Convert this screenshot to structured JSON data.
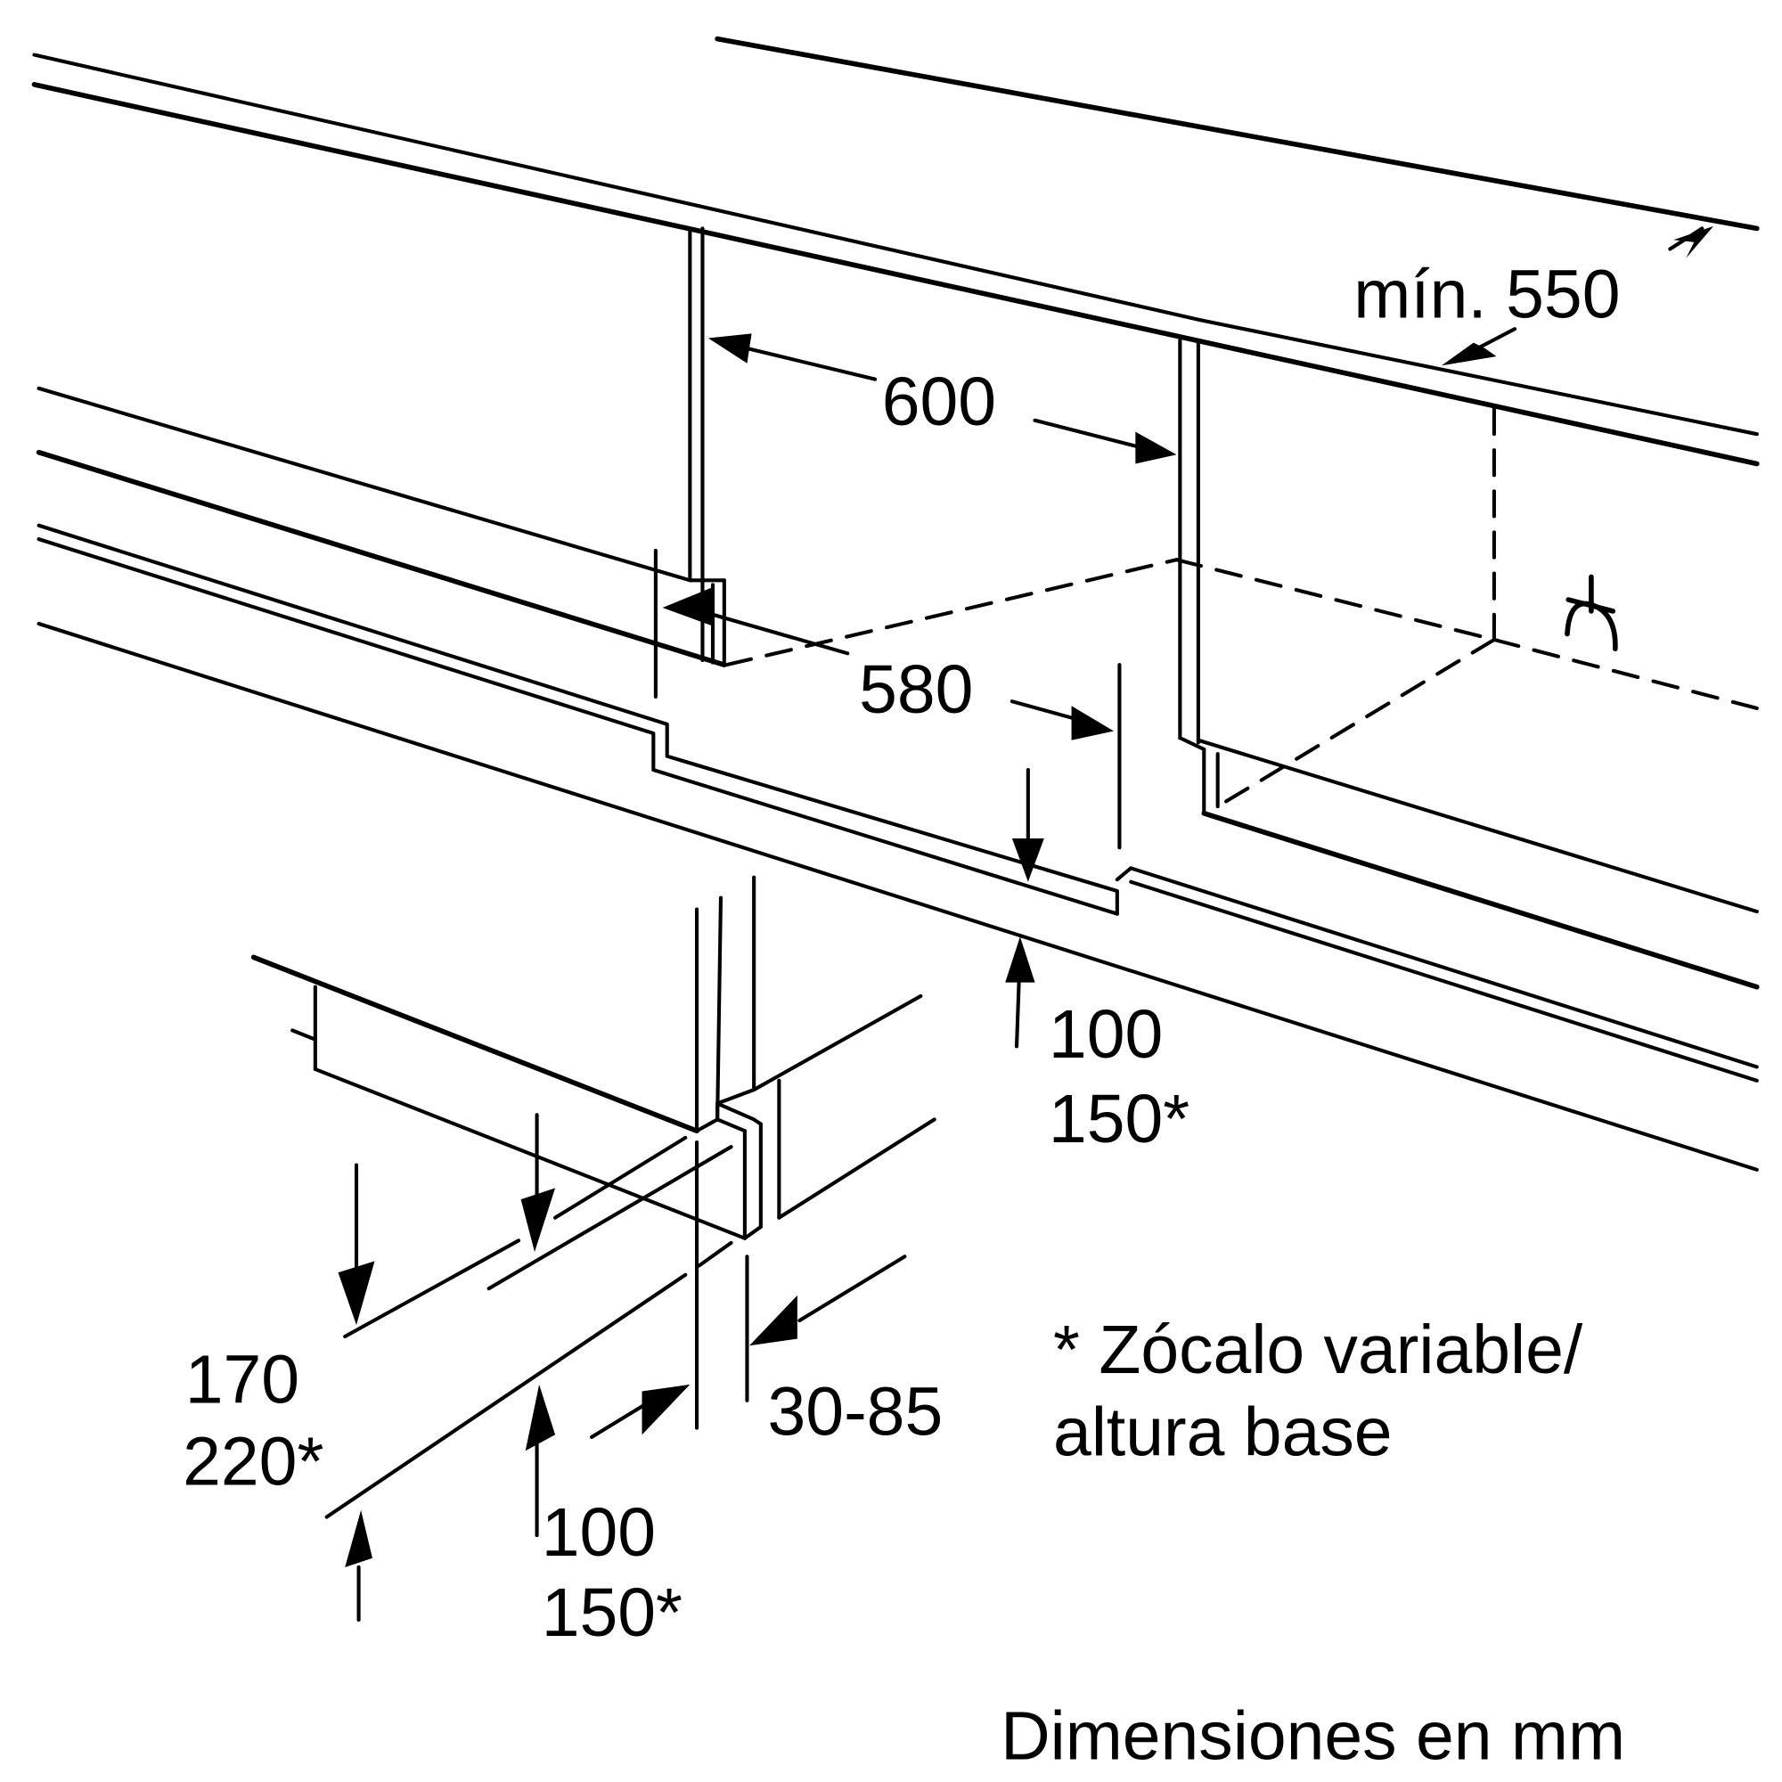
{
  "diagram": {
    "title": "Dimensiones en mm",
    "line_color": "#000000",
    "background": "#ffffff",
    "dimensions": {
      "min_depth": "mín. 550",
      "width": "600",
      "niche_width": "580",
      "top_plinth_1": "100",
      "top_plinth_2": "150*",
      "plinth_height_1": "170",
      "plinth_height_2": "220*",
      "bottom_plinth_1": "100",
      "bottom_plinth_2": "150*",
      "gap_range": "30-85"
    },
    "footnote": {
      "line1": "* Zócalo variable/",
      "line2": "altura base"
    },
    "icons": {
      "outlet": "power-outlet-icon"
    }
  }
}
